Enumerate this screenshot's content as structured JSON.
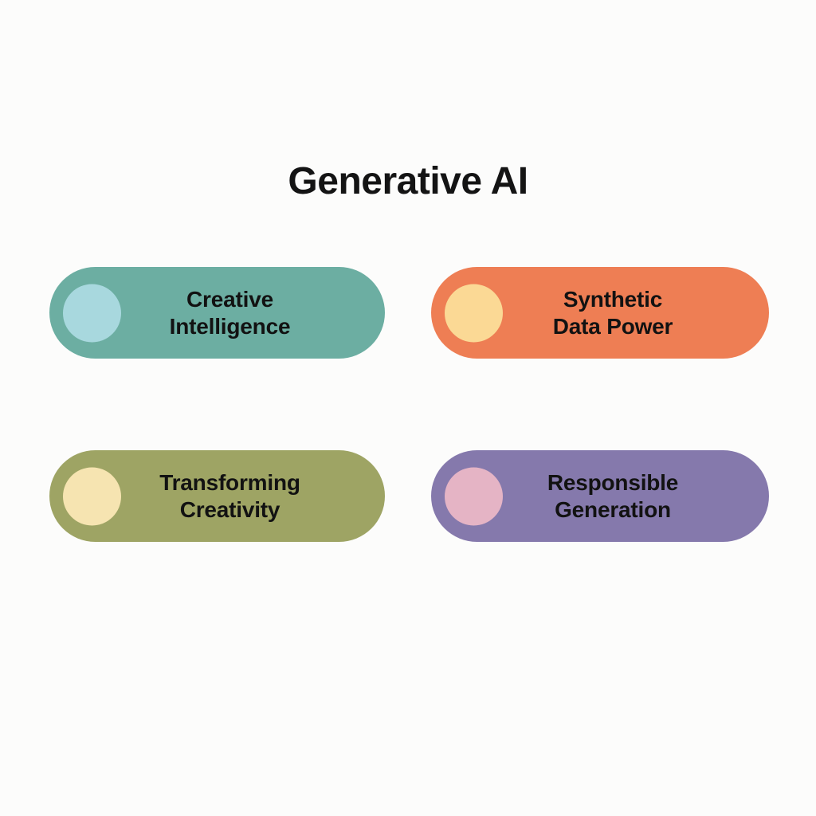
{
  "page": {
    "background": "#FCFCFB",
    "title": "Generative AI",
    "title_color": "#141414"
  },
  "cards": [
    {
      "id": "creative-intelligence",
      "line1": "Creative",
      "line2": "Intelligence",
      "pill_color": "#6CAEA2",
      "circle_color": "#A8D8DE",
      "text_color": "#121212"
    },
    {
      "id": "synthetic-data-power",
      "line1": "Synthetic",
      "line2": "Data Power",
      "pill_color": "#EE7E54",
      "circle_color": "#FBD995",
      "text_color": "#121212"
    },
    {
      "id": "transforming-creativity",
      "line1": "Transforming",
      "line2": "Creativity",
      "pill_color": "#9EA464",
      "circle_color": "#F6E4B1",
      "text_color": "#121212"
    },
    {
      "id": "responsible-generation",
      "line1": "Responsible",
      "line2": "Generation",
      "pill_color": "#8579AC",
      "circle_color": "#E5B4C5",
      "text_color": "#121212"
    }
  ]
}
